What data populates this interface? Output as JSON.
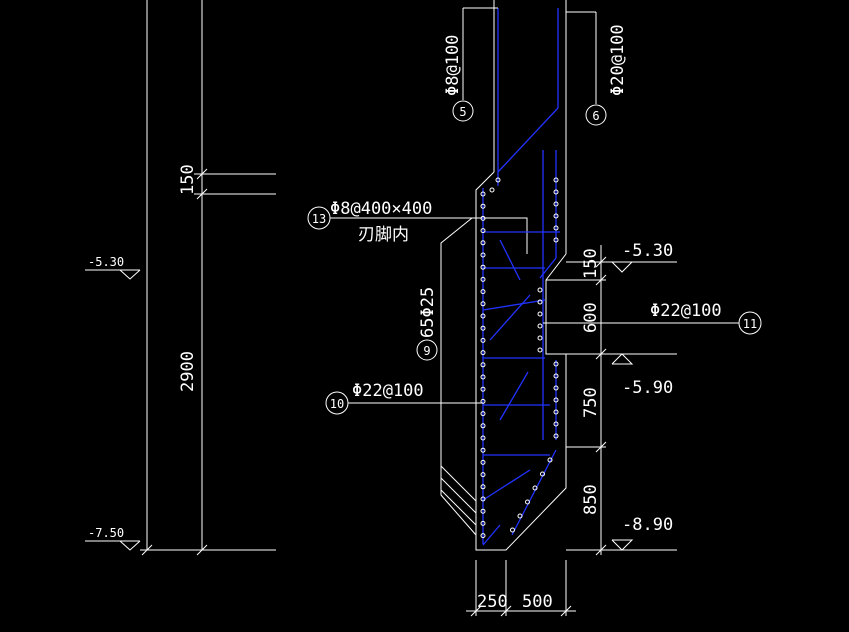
{
  "left_elevations": {
    "top": "-5.30",
    "bottom": "-7.50"
  },
  "left_dimensions": {
    "upper": "150",
    "main": "2900"
  },
  "right_elevations": {
    "e1": "-5.30",
    "e2": "-5.90",
    "e3": "-8.90"
  },
  "right_dimensions": {
    "d150": "150",
    "d600": "600",
    "d750": "750",
    "d850": "850"
  },
  "bottom_dimensions": {
    "left": "250",
    "right": "500"
  },
  "callouts": {
    "c5": {
      "num": "5",
      "text": "Φ8@100"
    },
    "c6": {
      "num": "6",
      "text": "Φ20@100"
    },
    "c13": {
      "num": "13",
      "text": "Φ8@400×400",
      "sub": "刃脚内"
    },
    "c9": {
      "num": "9",
      "text": "65Φ25"
    },
    "c10": {
      "num": "10",
      "text": "Φ22@100"
    },
    "c11": {
      "num": "11",
      "text": "Φ22@100"
    }
  },
  "colors": {
    "background": "#000000",
    "line": "#ffffff",
    "rebar": "#2233ff"
  }
}
